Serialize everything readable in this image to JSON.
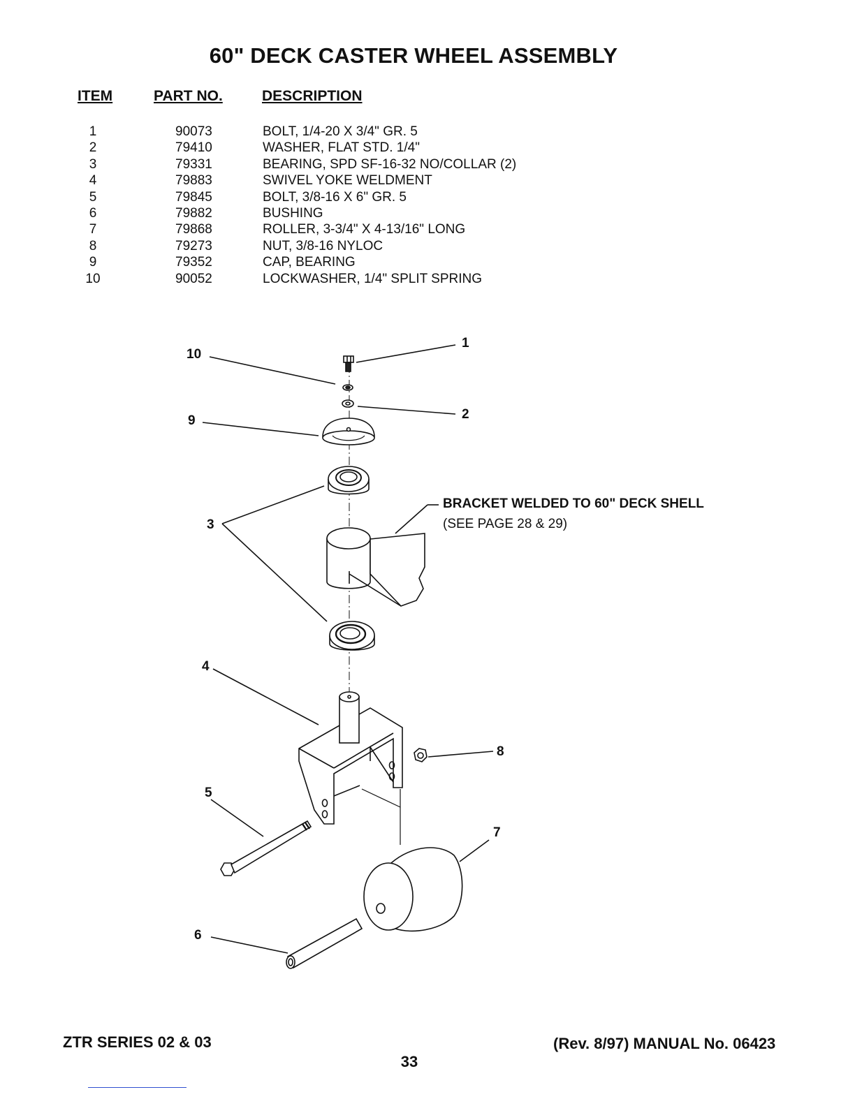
{
  "title": "60\" DECK CASTER WHEEL ASSEMBLY",
  "headers": {
    "item": "ITEM",
    "part_no": "PART NO.",
    "description": "DESCRIPTION"
  },
  "parts": [
    {
      "item": "1",
      "part_no": "90073",
      "description": "BOLT, 1/4-20 X 3/4\" GR. 5"
    },
    {
      "item": "2",
      "part_no": "79410",
      "description": "WASHER, FLAT STD. 1/4\""
    },
    {
      "item": "3",
      "part_no": "79331",
      "description": "BEARING, SPD SF-16-32 NO/COLLAR  (2)"
    },
    {
      "item": "4",
      "part_no": "79883",
      "description": "SWIVEL YOKE WELDMENT"
    },
    {
      "item": "5",
      "part_no": "79845",
      "description": "BOLT, 3/8-16 X 6\" GR. 5"
    },
    {
      "item": "6",
      "part_no": "79882",
      "description": "BUSHING"
    },
    {
      "item": "7",
      "part_no": "79868",
      "description": "ROLLER, 3-3/4\" X 4-13/16\" LONG"
    },
    {
      "item": "8",
      "part_no": "79273",
      "description": "NUT, 3/8-16 NYLOC"
    },
    {
      "item": "9",
      "part_no": "79352",
      "description": "CAP, BEARING"
    },
    {
      "item": "10",
      "part_no": "90052",
      "description": "LOCKWASHER, 1/4\" SPLIT SPRING"
    }
  ],
  "diagram": {
    "callouts": [
      "1",
      "2",
      "3",
      "4",
      "5",
      "6",
      "7",
      "8",
      "9",
      "10"
    ],
    "note_line1": "BRACKET WELDED TO 60\" DECK SHELL",
    "note_line2": "(SEE PAGE 28 & 29)"
  },
  "footer": {
    "series": "ZTR SERIES 02 & 03",
    "manual": "(Rev. 8/97) MANUAL No. 06423",
    "page": "33"
  }
}
